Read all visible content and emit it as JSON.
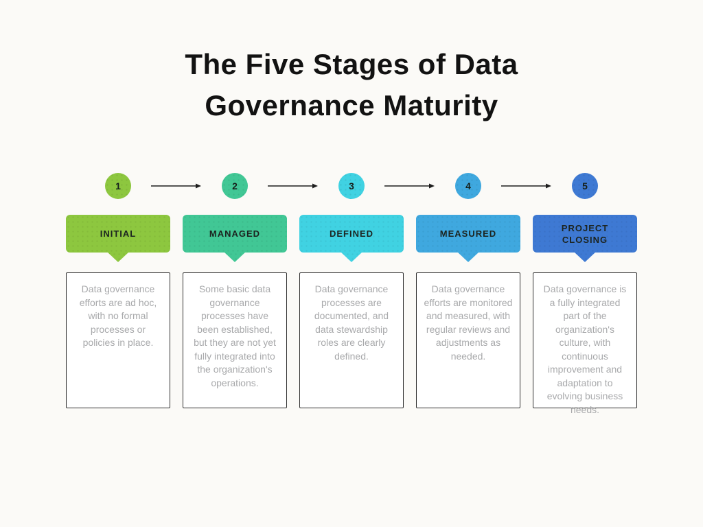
{
  "title": {
    "line1": "The Five Stages of Data",
    "line2": "Governance Maturity"
  },
  "stages": [
    {
      "number": "1",
      "label": "INITIAL",
      "color": "#8DC73F",
      "description": "Data governance efforts are ad hoc, with no formal processes or policies in place."
    },
    {
      "number": "2",
      "label": "MANAGED",
      "color": "#41C795",
      "description": "Some basic data governance processes have been established, but they are not yet fully integrated into the organization's operations."
    },
    {
      "number": "3",
      "label": "DEFINED",
      "color": "#40D2E2",
      "description": "Data governance processes are documented, and data stewardship roles are clearly defined."
    },
    {
      "number": "4",
      "label": "MEASURED",
      "color": "#3FA8DF",
      "description": "Data governance efforts are monitored and measured, with regular reviews and adjustments as needed."
    },
    {
      "number": "5",
      "label": "PROJECT CLOSING",
      "color": "#3E79D3",
      "description": "Data governance is a fully integrated part of the organization's culture, with continuous improvement and adaptation to evolving business needs."
    }
  ]
}
